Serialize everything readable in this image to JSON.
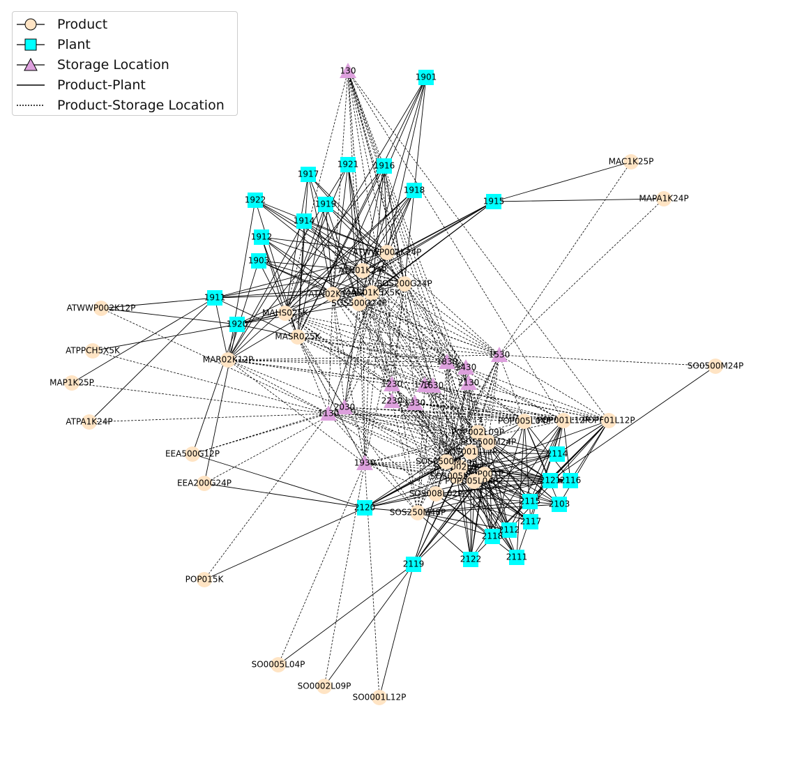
{
  "legend": {
    "items": [
      {
        "label": "Product",
        "kind": "product"
      },
      {
        "label": "Plant",
        "kind": "plant"
      },
      {
        "label": "Storage Location",
        "kind": "storage"
      },
      {
        "label": "Product-Plant",
        "kind": "solid"
      },
      {
        "label": "Product-Storage Location",
        "kind": "dotted"
      }
    ]
  },
  "colors": {
    "product": "#ffe4c4",
    "plant": "#00ffff",
    "storage": "#dda0dd",
    "edge": "#000000"
  },
  "node_labels": {
    "products": [
      "MAC1K25P",
      "MAPA1K24P",
      "ATWWP002K12P",
      "ATPPCH5X5K",
      "MAP1K25P",
      "ATPA1K24P",
      "MAR02K12P",
      "MAHS025K",
      "MASR025K",
      "EEA500G12P",
      "EEA200G24P",
      "POP015K",
      "SO0500M24P",
      "POPF01L12P",
      "POP001L12P",
      "POP005L04P",
      "SO0005L04P",
      "SO0002L09P",
      "SO0001L12P",
      "SOS250M48P",
      "ATWWP001K24P",
      "ATN01K24P",
      "ATN02K12P",
      "SOS200G24P",
      "MAN01K5X5K",
      "SOS500G24P",
      "SOS002L09P",
      "SOS0500M24P",
      "SOS001L12P",
      "SOS005L04P",
      "SOS008L02P",
      "POP002L09P",
      "POP001P",
      "POP005L04P2",
      "SOS500M24P"
    ],
    "plants": [
      "1901",
      "1921",
      "1916",
      "1917",
      "1918",
      "1922",
      "1919",
      "1915",
      "1914",
      "1912",
      "1903",
      "1911",
      "1920",
      "2114",
      "2121",
      "2116",
      "2115",
      "2103",
      "2117",
      "2112",
      "2118",
      "2111",
      "2122",
      "2120",
      "2119"
    ],
    "storages": [
      "130",
      "1530",
      "1830",
      "1430",
      "2130",
      "1230",
      "1730",
      "1630",
      "1330",
      "2030",
      "1130",
      "1930",
      "2230"
    ]
  }
}
